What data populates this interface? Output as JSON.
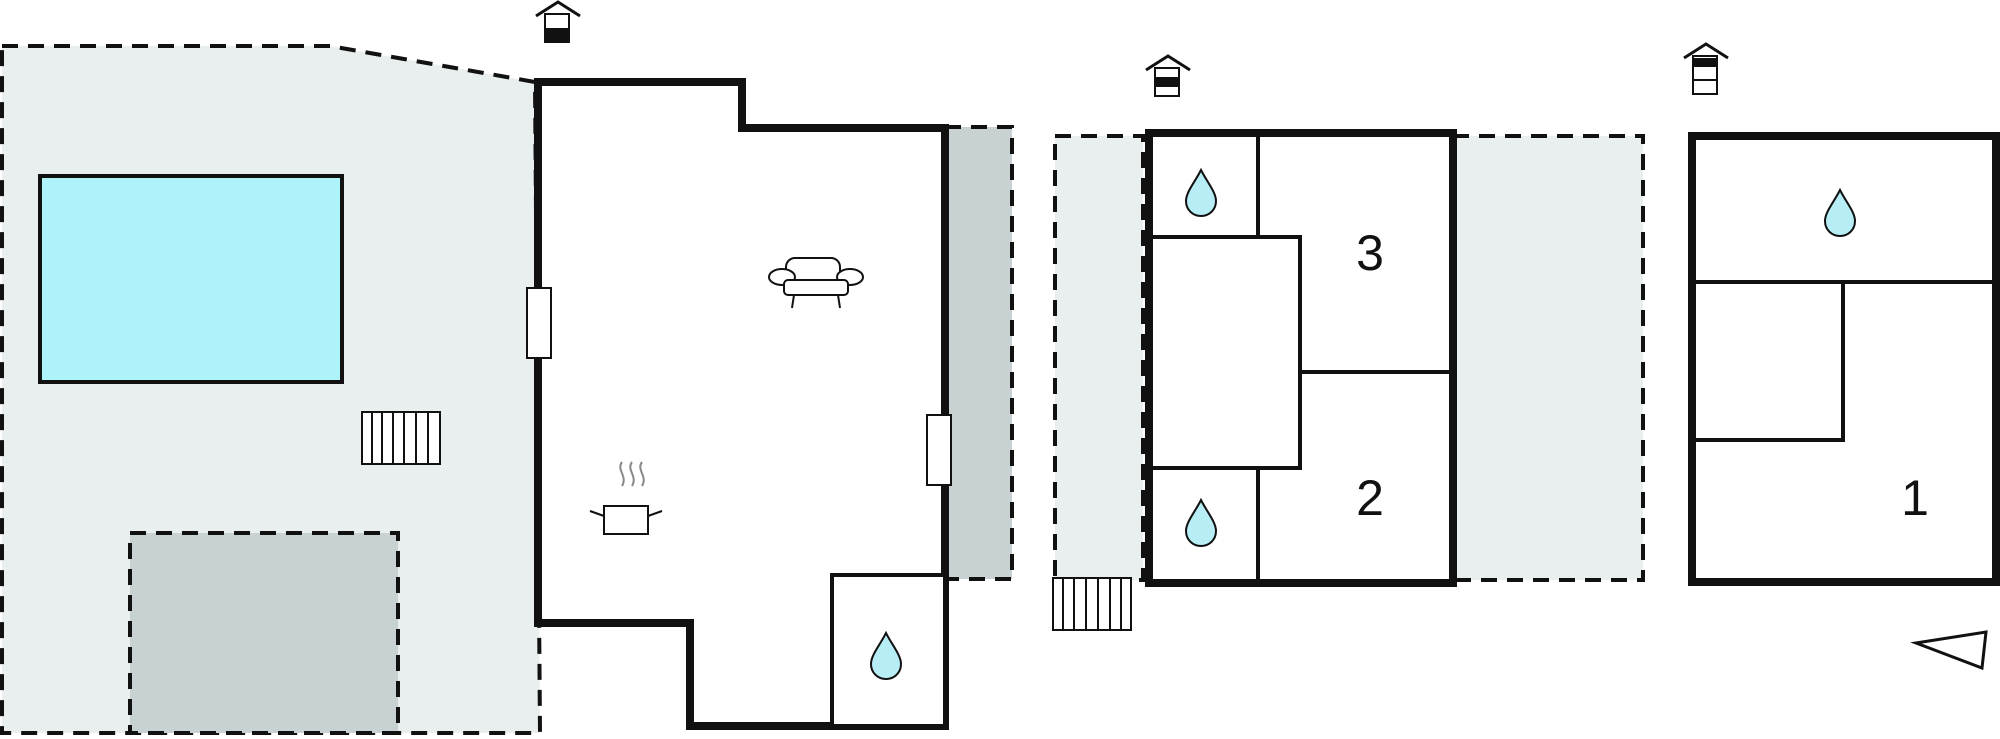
{
  "colors": {
    "outdoor": "#e9eeee",
    "covered": "#c9d2d2",
    "pool": "#aef2fa",
    "wall": "#111111",
    "water_drop": "#b7eef6"
  },
  "legend_icons": {
    "building_ground_floor": "house-ground-floor-icon",
    "building_upper_floor": "house-upper-floor-icon",
    "building_top_floor": "house-top-floor-icon"
  },
  "rooms": {
    "bedroom_3": {
      "label": "3"
    },
    "bedroom_2": {
      "label": "2"
    },
    "bedroom_1": {
      "label": "1"
    }
  },
  "symbols": {
    "living": "sofa-icon",
    "kitchen": "cooking-pot-icon",
    "bathroom": "water-drop-icon",
    "stairs": "stairs-icon",
    "window": "window-icon",
    "orientation": "north-arrow-icon"
  }
}
